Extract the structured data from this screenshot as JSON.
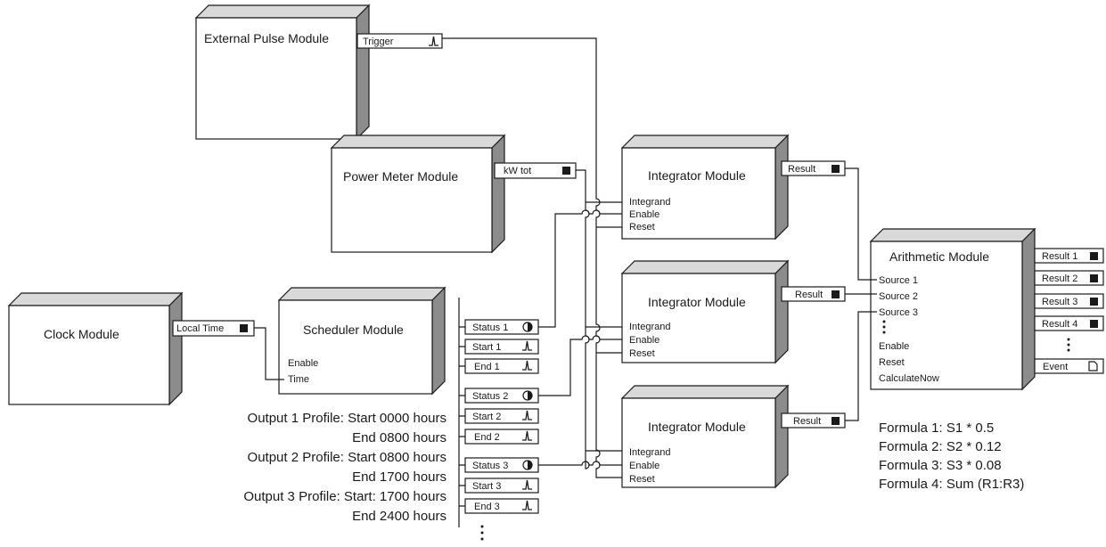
{
  "modules": {
    "external_pulse": {
      "title": "External Pulse Module",
      "output": "Trigger"
    },
    "power_meter": {
      "title": "Power Meter Module",
      "output": "kW tot"
    },
    "clock": {
      "title": "Clock Module",
      "output": "Local Time"
    },
    "scheduler": {
      "title": "Scheduler Module",
      "inputs": [
        "Enable",
        "Time"
      ],
      "outputs": [
        "Status 1",
        "Start 1",
        "End 1",
        "Status 2",
        "Start 2",
        "End 2",
        "Status 3",
        "Start 3",
        "End 3"
      ]
    },
    "integrators": [
      {
        "title": "Integrator Module",
        "inputs": [
          "Integrand",
          "Enable",
          "Reset"
        ],
        "output": "Result"
      },
      {
        "title": "Integrator Module",
        "inputs": [
          "Integrand",
          "Enable",
          "Reset"
        ],
        "output": "Result"
      },
      {
        "title": "Integrator Module",
        "inputs": [
          "Integrand",
          "Enable",
          "Reset"
        ],
        "output": "Result"
      }
    ],
    "arithmetic": {
      "title": "Arithmetic Module",
      "inputs": [
        "Source 1",
        "Source 2",
        "Source 3",
        "Enable",
        "Reset",
        "CalculateNow"
      ],
      "outputs": [
        "Result 1",
        "Result 2",
        "Result 3",
        "Result 4",
        "Event"
      ]
    }
  },
  "profiles": [
    "Output 1 Profile: Start 0000 hours",
    "End 0800 hours",
    "Output 2 Profile: Start 0800 hours",
    "End 1700 hours",
    "Output 3 Profile: Start: 1700 hours",
    "End 2400 hours"
  ],
  "formulas": [
    "Formula 1: S1 * 0.5",
    "Formula 2: S2 * 0.12",
    "Formula 3: S3 * 0.08",
    "Formula 4: Sum (R1:R3)"
  ],
  "icons": {
    "numeric_output": "filled-square-icon",
    "pulse_output": "pulse-icon",
    "boolean_output": "half-circle-icon",
    "event_output": "document-icon"
  }
}
